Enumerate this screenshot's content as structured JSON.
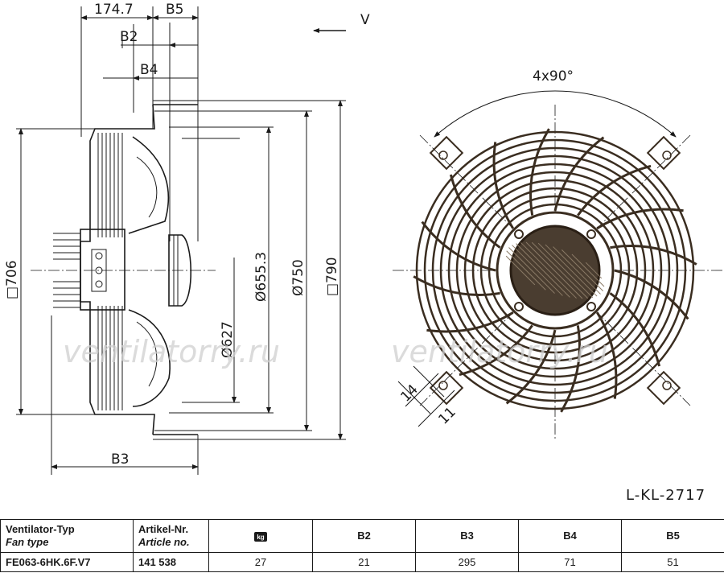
{
  "dimensions": {
    "d174": "174.7",
    "b5": "B5",
    "b2": "B2",
    "b4": "B4",
    "b3": "B3",
    "sq706": "□706",
    "d655": "Ø655.3",
    "d627": "Ø627",
    "d750": "Ø750",
    "sq790": "□790",
    "view": "V",
    "angle": "4x90°",
    "h14": "14",
    "h11": "11"
  },
  "watermark": "ventilatorry.ru",
  "drawing_ref": "L-KL-2717",
  "table": {
    "header": {
      "fan_type_de": "Ventilator-Typ",
      "fan_type_en": "Fan type",
      "article_de": "Artikel-Nr.",
      "article_en": "Article no.",
      "weight_icon": "kg",
      "b2": "B2",
      "b3": "B3",
      "b4": "B4",
      "b5": "B5"
    },
    "row": {
      "fan_type": "FE063-6HK.6F.V7",
      "article": "141 538",
      "weight": "27",
      "b2": "21",
      "b3": "295",
      "b4": "71",
      "b5": "51"
    }
  }
}
